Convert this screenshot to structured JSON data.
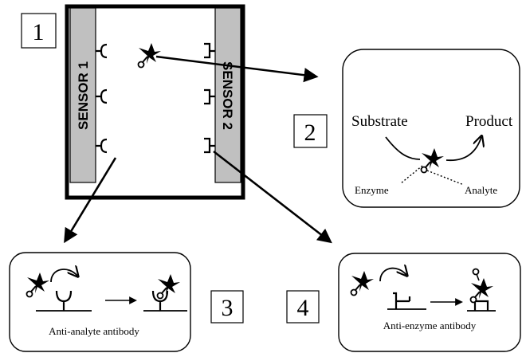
{
  "step_labels": {
    "step1": "1",
    "step2": "2",
    "step3": "3",
    "step4": "4"
  },
  "sensors": {
    "left": "SENSOR 1",
    "right": "SENSOR 2"
  },
  "panel2": {
    "substrate": "Substrate",
    "product": "Product",
    "enzyme": "Enzyme",
    "analyte": "Analyte"
  },
  "panel3": {
    "caption": "Anti-analyte antibody"
  },
  "panel4": {
    "caption": "Anti-enzyme antibody"
  }
}
